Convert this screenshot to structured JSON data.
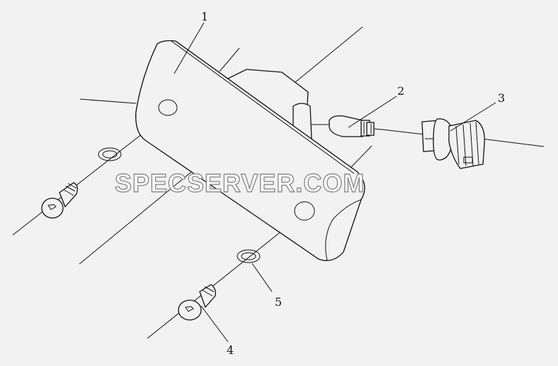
{
  "callouts": [
    {
      "id": "1",
      "text": "1"
    },
    {
      "id": "2",
      "text": "2"
    },
    {
      "id": "3",
      "text": "3"
    },
    {
      "id": "4",
      "text": "4"
    },
    {
      "id": "5",
      "text": "5"
    }
  ],
  "watermark": "SPECSERVER.COM",
  "colors": {
    "background": "#f2f2f2",
    "line": "#111111",
    "watermark_outline": "#8c8c8c"
  }
}
